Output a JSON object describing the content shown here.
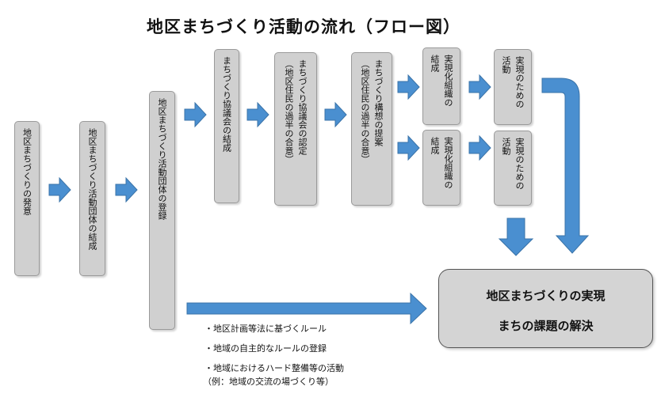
{
  "title": "地区まちづくり活動の流れ（フロー図）",
  "steps": {
    "step1": "地区まちづくりの発意",
    "step2": "地区まちづくり活動団体の結成",
    "step3": "地区まちづくり活動団体の登録",
    "step4": "まちづくり協議会の結成",
    "step5_main": "まちづくり協議会の認定",
    "step5_note": "（地区住民の過半の合意）",
    "step6_main": "まちづくり構想の提案",
    "step6_note": "（地区住民の過半の合意）",
    "org_a": [
      "実現化組織の",
      "結成"
    ],
    "org_b": [
      "実現化組織の",
      "結成"
    ],
    "act_a": [
      "実現のための",
      "活動"
    ],
    "act_b": [
      "実現のための",
      "活動"
    ]
  },
  "result": {
    "line1": "地区まちづくりの実現",
    "line2": "まちの課題の解決"
  },
  "bullets": [
    "・地区計画等法に基づくルール",
    "・地域の自主的なルールの登録",
    "・地域におけるハード整備等の活動",
    "（例：地域の交流の場づくり等）"
  ],
  "colors": {
    "arrow": "#4a8fd0",
    "arrow_stroke": "#3a73a8",
    "box": "#d0d0d0"
  }
}
